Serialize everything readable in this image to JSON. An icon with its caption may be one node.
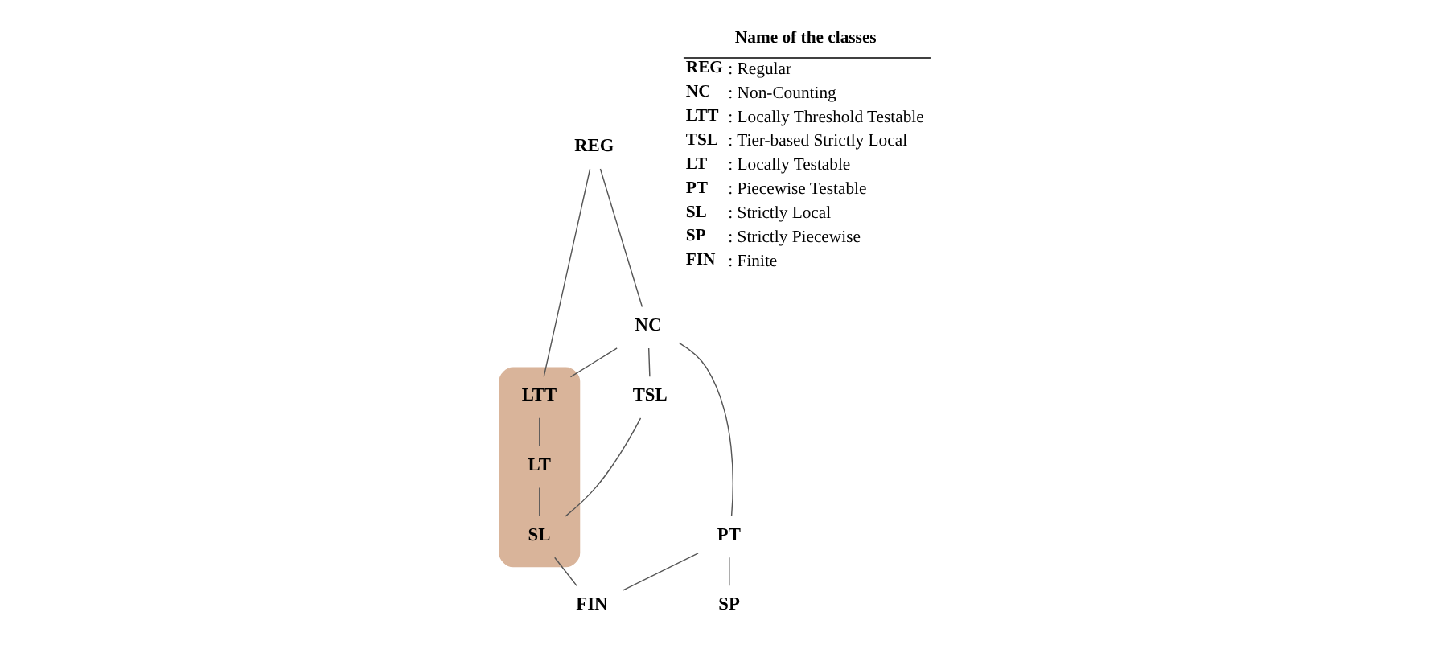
{
  "diagram": {
    "nodes": [
      {
        "text": [
          "REG"
        ]
      },
      {
        "text": [
          "NC"
        ]
      },
      {
        "text": [],
        "shape": "ellipse"
      },
      {
        "text": [
          "LTT"
        ],
        "in": 2
      },
      {
        "text": [
          "TSL"
        ]
      },
      {
        "text": [
          "LT"
        ],
        "in": 2
      },
      {
        "text": [
          "PT"
        ]
      },
      {
        "text": [
          "SL"
        ],
        "in": 2
      },
      {
        "text": [
          "SP"
        ]
      },
      {
        "text": [
          "FIN"
        ]
      }
    ],
    "edges": [
      {
        "from": 0,
        "to": 1,
        "arrow": "none"
      },
      {
        "from": 0,
        "to": 3,
        "arrow": "none"
      },
      {
        "from": 1,
        "to": 3,
        "arrow": "none"
      },
      {
        "from": 1,
        "to": 4,
        "arrow": "none"
      },
      {
        "from": 1,
        "to": 6,
        "arrow": "none"
      },
      {
        "from": 3,
        "to": 5,
        "arrow": "none"
      },
      {
        "from": 5,
        "to": 7,
        "arrow": "none"
      },
      {
        "from": 4,
        "to": 7,
        "arrow": "none"
      },
      {
        "from": 6,
        "to": 8,
        "arrow": "none"
      },
      {
        "from": 6,
        "to": 9,
        "arrow": "none"
      },
      {
        "from": 7,
        "to": 9,
        "arrow": "none"
      }
    ],
    "labels": [
      "Name of the classes",
      "REG",
      ": Regular",
      "NC",
      ": Non-Counting",
      "LTT",
      ": Locally Threshold Testable",
      "TSL",
      ": Tier-based Strictly Local",
      "LT",
      ": Locally Testable",
      "PT",
      ": Piecewise Testable",
      "SL",
      ": Strictly Local",
      "SP",
      ": Strictly Piecewise",
      "FIN",
      ": Finite"
    ]
  }
}
